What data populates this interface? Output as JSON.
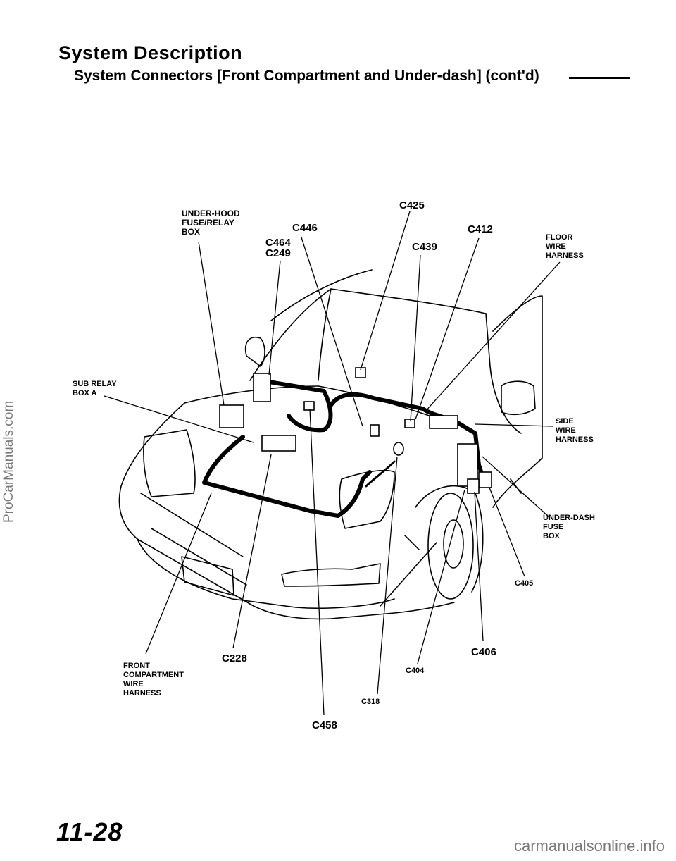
{
  "header": {
    "title": "System  Description",
    "subtitle": "System Connectors [Front Compartment and Under-dash] (cont'd)"
  },
  "page_number": "11-28",
  "watermarks": {
    "side": "ProCarManuals.com",
    "bottom": "carmanualsonline.info"
  },
  "labels": {
    "under_hood_box": "UNDER-HOOD\nFUSE/RELAY\nBOX",
    "c446": "C446",
    "c464": "C464",
    "c249": "C249",
    "c425": "C425",
    "c439": "C439",
    "c412": "C412",
    "floor_harness": "FLOOR\nWIRE\nHARNESS",
    "sub_relay_box": "SUB RELAY\nBOX A",
    "side_harness": "SIDE\nWIRE\nHARNESS",
    "under_dash_box": "UNDER-DASH\nFUSE\nBOX",
    "c405": "C405",
    "c406": "C406",
    "c404": "C404",
    "c318": "C318",
    "c228": "C228",
    "c458": "C458",
    "front_harness": "FRONT\nCOMPARTMENT\nWIRE\nHARNESS"
  }
}
